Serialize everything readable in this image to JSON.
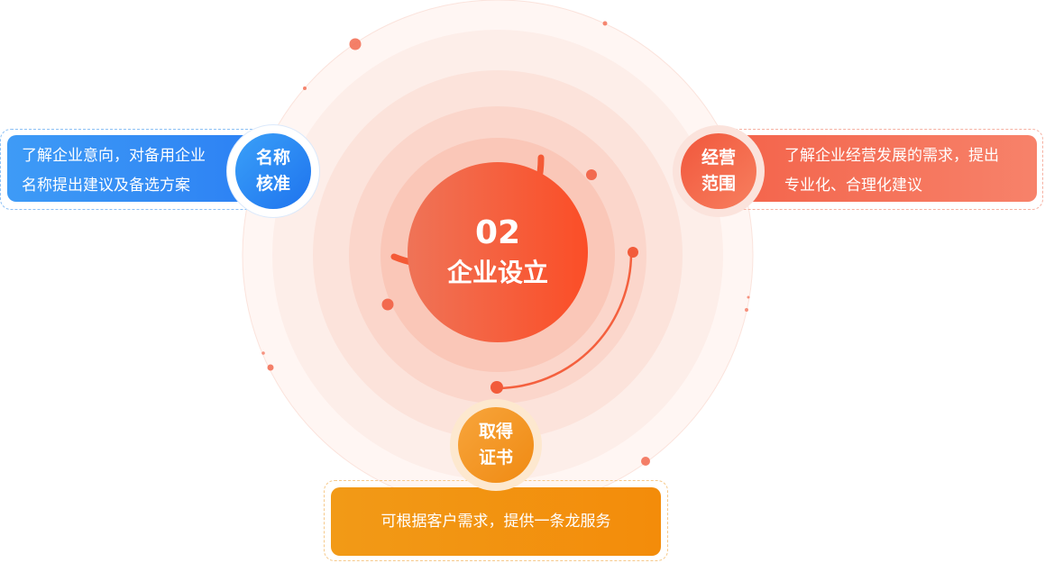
{
  "center": {
    "number": "02",
    "title": "企业设立"
  },
  "nodes": {
    "left": {
      "badge_line1": "名称",
      "badge_line2": "核准",
      "text_line1": "了解企业意向，对备用企业",
      "text_line2": "名称提出建议及备选方案"
    },
    "right": {
      "badge_line1": "经营",
      "badge_line2": "范围",
      "text_line1": "了解企业经营发展的需求，提出",
      "text_line2": "专业化、合理化建议"
    },
    "bottom": {
      "badge_line1": "取得",
      "badge_line2": "证书",
      "text": "可根据客户需求，提供一条龙服务"
    }
  },
  "colors": {
    "blue": "#2b7ff3",
    "red": "#f3634a",
    "orange": "#f29a17",
    "ring": "#fbe1d9"
  }
}
